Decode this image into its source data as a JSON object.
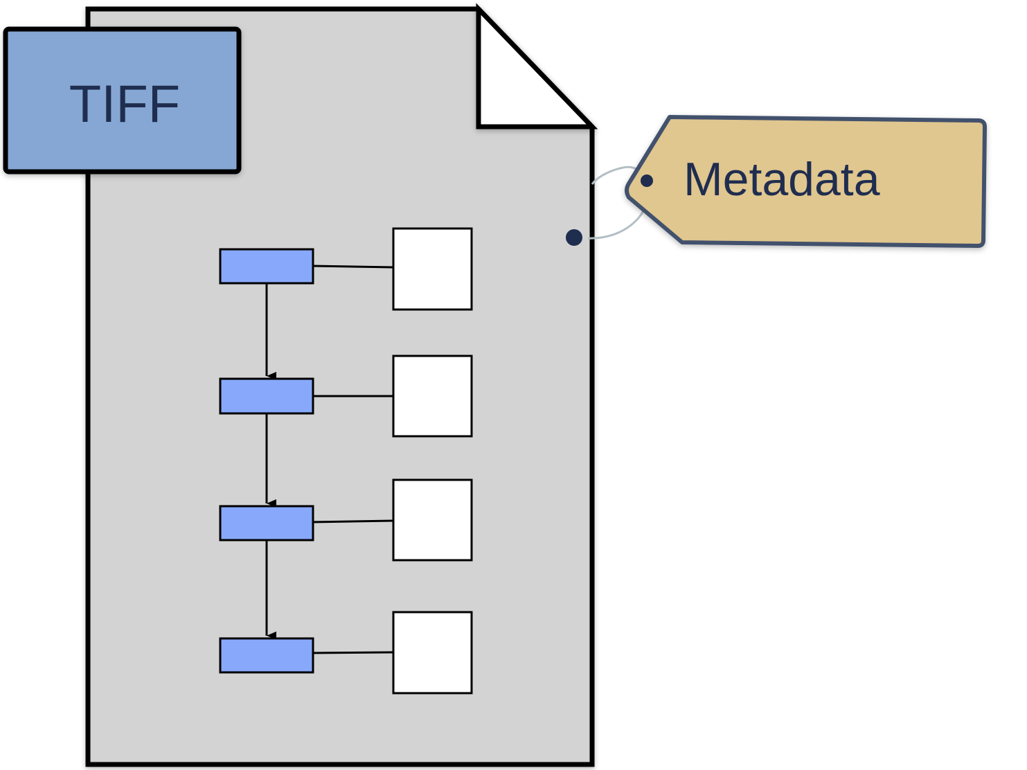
{
  "format_label": "TIFF",
  "tag_label": "Metadata",
  "colors": {
    "page_fill": "#d3d3d3",
    "page_stroke": "#000000",
    "format_box_fill": "#86a7d3",
    "tag_fill": "#e0c68f",
    "tag_stroke": "#43516c",
    "text": "#1f2d4f",
    "ifd_fill": "#88a9fb",
    "image_fill": "#ffffff",
    "string": "#b3bec4"
  },
  "icons": [
    "document-page",
    "dog-ear-corner",
    "tag",
    "arrow-down"
  ]
}
